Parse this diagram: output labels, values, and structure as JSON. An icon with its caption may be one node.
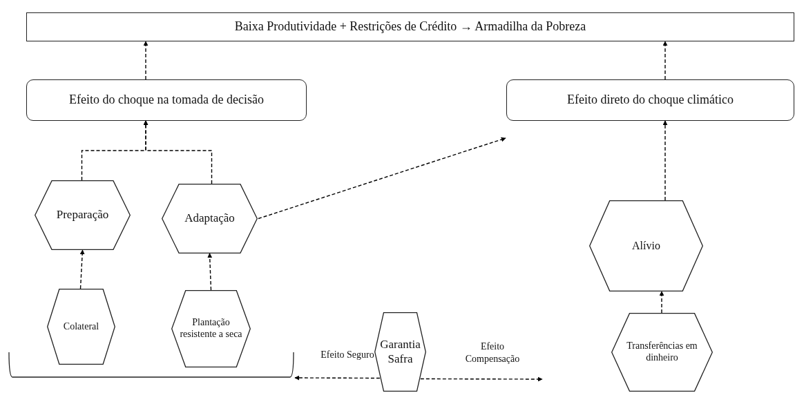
{
  "diagram": {
    "nodes": [
      {
        "text": [
          "Baixa Produtividade + Restrições de Crédito → Armadilha da Pobreza"
        ]
      },
      {
        "text": [
          "Efeito do choque na tomada de decisão"
        ]
      },
      {
        "text": [
          "Efeito direto do choque climático"
        ]
      },
      {
        "text": [
          "Preparação"
        ]
      },
      {
        "text": [
          "Adaptação"
        ]
      },
      {
        "text": [
          "Alívio"
        ]
      },
      {
        "text": [
          "Colateral"
        ]
      },
      {
        "text": [
          "Plantação resistente a seca"
        ]
      },
      {
        "text": [
          "Garantia Safra"
        ]
      },
      {
        "text": [
          "Transferências em dinheiro"
        ]
      },
      {
        "text": [],
        "shape": "bracket"
      }
    ],
    "edges": [
      {
        "from": 1,
        "to": 0,
        "arrow": "to",
        "style": "dashed"
      },
      {
        "from": 2,
        "to": 0,
        "arrow": "to",
        "style": "dashed"
      },
      {
        "from": 3,
        "to": 1,
        "arrow": "to",
        "style": "dashed"
      },
      {
        "from": 4,
        "to": 1,
        "arrow": "to",
        "style": "dashed"
      },
      {
        "from": 4,
        "to": 2,
        "arrow": "to",
        "style": "dashed"
      },
      {
        "from": 6,
        "to": 3,
        "arrow": "to",
        "style": "dashed"
      },
      {
        "from": 7,
        "to": 4,
        "arrow": "to",
        "style": "dashed"
      },
      {
        "from": 5,
        "to": 2,
        "arrow": "to",
        "style": "dashed"
      },
      {
        "from": 9,
        "to": 5,
        "arrow": "to",
        "style": "dashed"
      },
      {
        "from": 8,
        "to": 10,
        "arrow": "to",
        "label": "Efeito Seguro",
        "style": "dashed"
      },
      {
        "from": 8,
        "to": null,
        "arrow": "to",
        "label": "Efeito Compensação",
        "style": "dashed"
      }
    ]
  }
}
